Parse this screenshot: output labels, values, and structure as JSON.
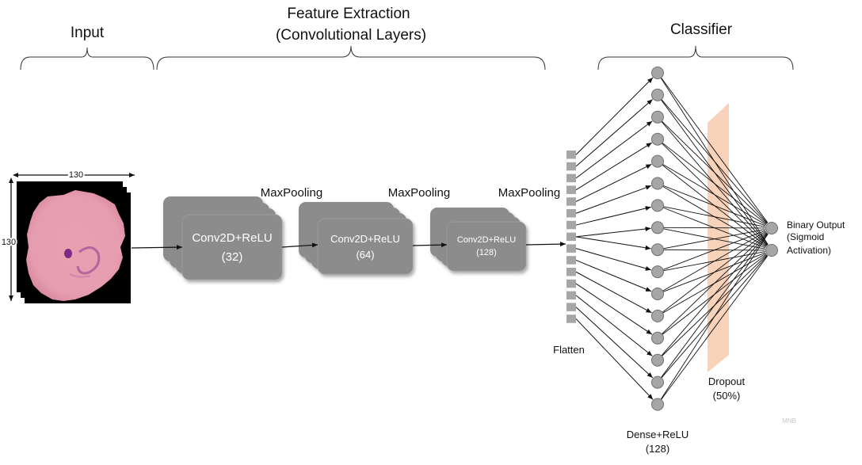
{
  "sections": {
    "input": "Input",
    "feature_line1": "Feature Extraction",
    "feature_line2": "(Convolutional Layers)",
    "classifier": "Classifier"
  },
  "input_image": {
    "width_label": "130",
    "height_label": "130"
  },
  "conv_blocks": [
    {
      "name": "Conv2D+ReLU",
      "filters": "(32)"
    },
    {
      "name": "Conv2D+ReLU",
      "filters": "(64)"
    },
    {
      "name": "Conv2D+ReLU",
      "filters": "(128)"
    }
  ],
  "pooling": [
    "MaxPooling",
    "MaxPooling",
    "MaxPooling"
  ],
  "flatten_label": "Flatten",
  "dense": {
    "line1": "Dense+ReLU",
    "line2": "(128)"
  },
  "dropout": {
    "line1": "Dropout",
    "line2": "(50%)"
  },
  "output": {
    "line1": "Binary Output",
    "line2": "(Sigmoid",
    "line3": "Activation)"
  },
  "watermark": "MNB",
  "colors": {
    "block": "#8c8c8c",
    "node": "#a6a6a6",
    "dropout": "#f8cbad",
    "cell": "#f0a4b4",
    "nucleus": "#7a2a86"
  }
}
